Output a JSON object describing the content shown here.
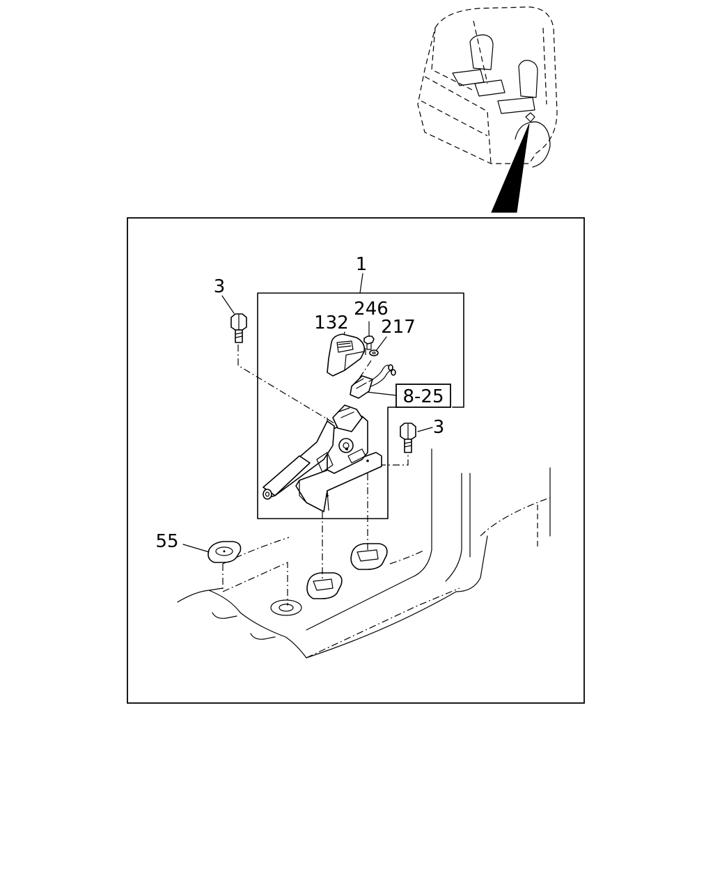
{
  "callouts": {
    "assembly": "1",
    "bolt_left": "3",
    "bolt_right": "3",
    "cover": "132",
    "screw": "246",
    "washer": "217",
    "reference": "8-25",
    "grommet": "55"
  }
}
